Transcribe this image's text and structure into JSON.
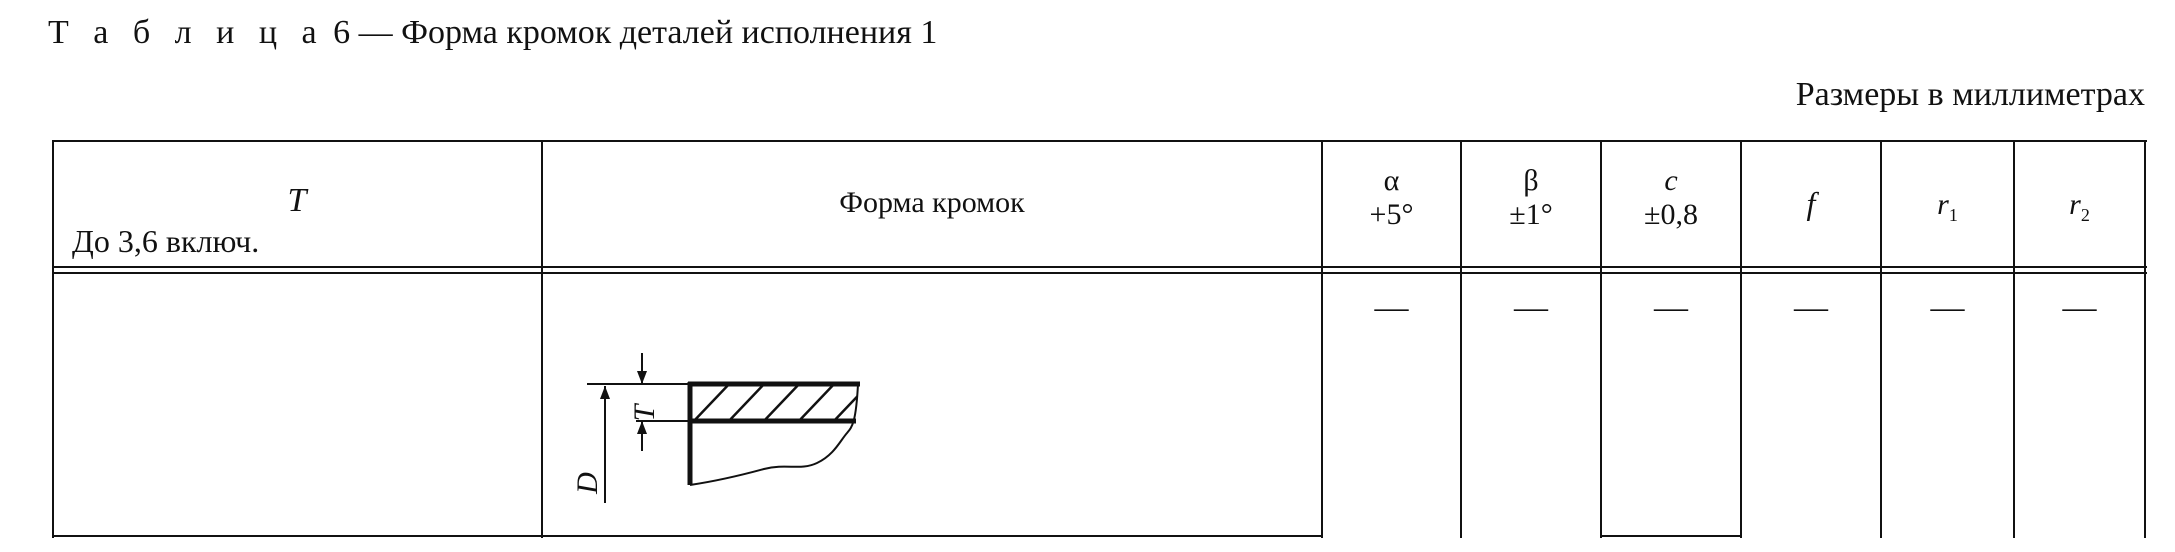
{
  "table_title": {
    "label": "Т а б л и ц а",
    "number_and_caption": "6 — Форма кромок деталей исполнения 1"
  },
  "units_note": "Размеры в миллиметрах",
  "columns": [
    {
      "key": "T",
      "label": "T",
      "tolerance": ""
    },
    {
      "key": "shape",
      "label": "Форма кромок",
      "tolerance": ""
    },
    {
      "key": "alpha",
      "label": "α",
      "tolerance": "+5°"
    },
    {
      "key": "beta",
      "label": "β",
      "tolerance": "±1°"
    },
    {
      "key": "c",
      "label": "c",
      "tolerance": "±0,8"
    },
    {
      "key": "f",
      "label": "f",
      "tolerance": ""
    },
    {
      "key": "r1",
      "label": "r",
      "subscript": "1",
      "tolerance": ""
    },
    {
      "key": "r2",
      "label": "r",
      "subscript": "2",
      "tolerance": ""
    }
  ],
  "rows": [
    {
      "T": "До 3,6 включ.",
      "alpha": "—",
      "beta": "—",
      "c": "—",
      "f": "—",
      "r1": "—",
      "r2": "—",
      "drawing_labels": {
        "thickness": "T",
        "diameter": "D"
      }
    }
  ]
}
